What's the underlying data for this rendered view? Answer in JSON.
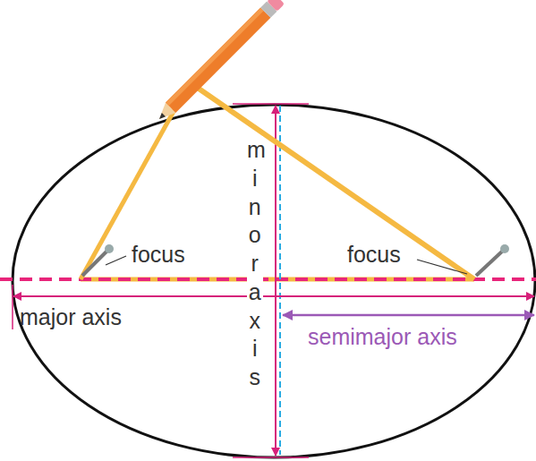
{
  "diagram": {
    "labels": [
      "focus",
      "focus",
      "major axis",
      "minor axis",
      "semimajor axis"
    ]
  }
}
